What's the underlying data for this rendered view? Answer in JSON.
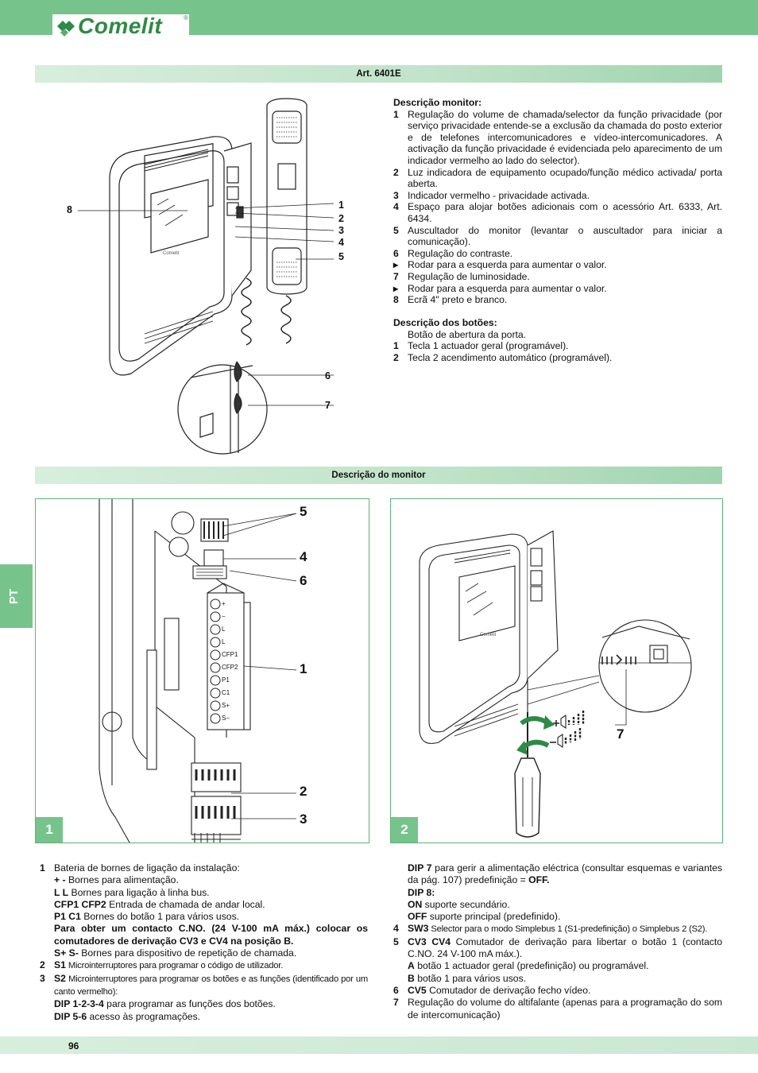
{
  "header": {
    "brand": "Comelit",
    "reg": "®"
  },
  "sections": {
    "art_title": "Art. 6401E",
    "monitor_title": "Descrição do monitor"
  },
  "side_tab": "PT",
  "callouts_top": {
    "c8": "8",
    "c1": "1",
    "c2": "2",
    "c3": "3",
    "c4": "4",
    "c5": "5",
    "c6": "6",
    "c7": "7"
  },
  "monitor_desc": {
    "heading": "Descrição monitor:",
    "items": [
      {
        "n": "1",
        "text": "Regulação do volume de chamada/selector da função privacidade (por serviço privacidade entende-se a exclusão da chamada do posto exterior e de telefones intercomunicadores e vídeo-intercomunicadores. A activação da função privacidade é evidenciada pelo aparecimento de um indicador vermelho ao lado do selector)."
      },
      {
        "n": "2",
        "text": "Luz indicadora de equipamento ocupado/função médico activada/ porta aberta."
      },
      {
        "n": "3",
        "text": "Indicador vermelho - privacidade activada."
      },
      {
        "n": "4",
        "text": "Espaço para alojar botões adicionais com o acessório Art. 6333, Art. 6434."
      },
      {
        "n": "5",
        "text": "Auscultador do monitor (levantar o auscultador para iniciar a comunicação)."
      },
      {
        "n": "6",
        "text": "Regulação do contraste."
      },
      {
        "n": "▸",
        "text": "Rodar para a esquerda para aumentar o valor."
      },
      {
        "n": "7",
        "text": "Regulação de luminosidade."
      },
      {
        "n": "▸",
        "text": "Rodar para a esquerda para aumentar o valor."
      },
      {
        "n": "8",
        "text": "Ecrã 4'' preto e branco."
      }
    ],
    "buttons_heading": "Descrição dos botões:",
    "buttons_intro": "Botão de abertura da porta.",
    "buttons": [
      {
        "n": "1",
        "text": "Tecla 1 actuador geral (programável)."
      },
      {
        "n": "2",
        "text": "Tecla 2 acendimento automático (programável)."
      }
    ]
  },
  "panel1": {
    "number": "1",
    "callouts": {
      "c5": "5",
      "c4": "4",
      "c6": "6",
      "c1": "1",
      "c2": "2",
      "c3": "3"
    },
    "terminals": [
      "+",
      "−",
      "L",
      "L",
      "CFP1",
      "CFP2",
      "P1",
      "C1",
      "S+",
      "S−"
    ]
  },
  "panel2": {
    "number": "2",
    "callout7": "7"
  },
  "bottom_left": {
    "i1_n": "1",
    "i1_text": "Bateria de bornes de ligação da instalação:",
    "l1_b": "+ -",
    "l1_t": " Bornes para alimentação.",
    "l2_b": "L L",
    "l2_t": " Bornes para ligação à linha bus.",
    "l3_b": "CFP1 CFP2",
    "l3_t": " Entrada de chamada de andar local.",
    "l4_b": "P1 C1",
    "l4_t": " Bornes do botão 1 para vários usos.",
    "l5_b": "Para obter um contacto C.NO. (24 V-100 mA máx.) colocar os comutadores de derivação CV3 e CV4 na posição B.",
    "l6_b": "S+ S-",
    "l6_t": " Bornes para dispositivo de repetição de chamada.",
    "i2_n": "2",
    "i2_b": "S1",
    "i2_t": " Microinterruptores para programar o código de utilizador.",
    "i3_n": "3",
    "i3_b": "S2",
    "i3_t": " Microinterruptores para programar os botões e as funções (identificado por um canto vermelho):",
    "l7_b": "DIP 1-2-3-4",
    "l7_t": " para programar as funções dos botões.",
    "l8_b": "DIP 5-6",
    "l8_t": " acesso às programações."
  },
  "bottom_right": {
    "d7_b": "DIP 7",
    "d7_t": " para gerir a alimentação eléctrica (consultar esquemas e variantes da pág. 107) predefinição = ",
    "d7_off": "OFF.",
    "d8_b": "DIP 8:",
    "on_b": "ON",
    "on_t": " suporte secundário.",
    "off_b": "OFF",
    "off_t": " suporte principal (predefinido).",
    "i4_n": "4",
    "i4_b": "SW3",
    "i4_t": " Selector para o modo Simplebus 1 (S1-predefinição) o Simplebus 2 (S2).",
    "i5_n": "5",
    "i5_b": "CV3 CV4",
    "i5_t": " Comutador de derivação para libertar o botão 1 (contacto C.NO. 24 V-100 mA máx.).",
    "a_b": "A",
    "a_t": " botão 1 actuador geral (predefinição) ou programável.",
    "bb_b": "B",
    "bb_t": " botão 1 para vários usos.",
    "i6_n": "6",
    "i6_b": "CV5",
    "i6_t": " Comutador de derivação fecho vídeo.",
    "i7_n": "7",
    "i7_t": "Regulação do volume do altifalante (apenas para a programação do som de intercomunicação)"
  },
  "footer": {
    "page": "96"
  }
}
